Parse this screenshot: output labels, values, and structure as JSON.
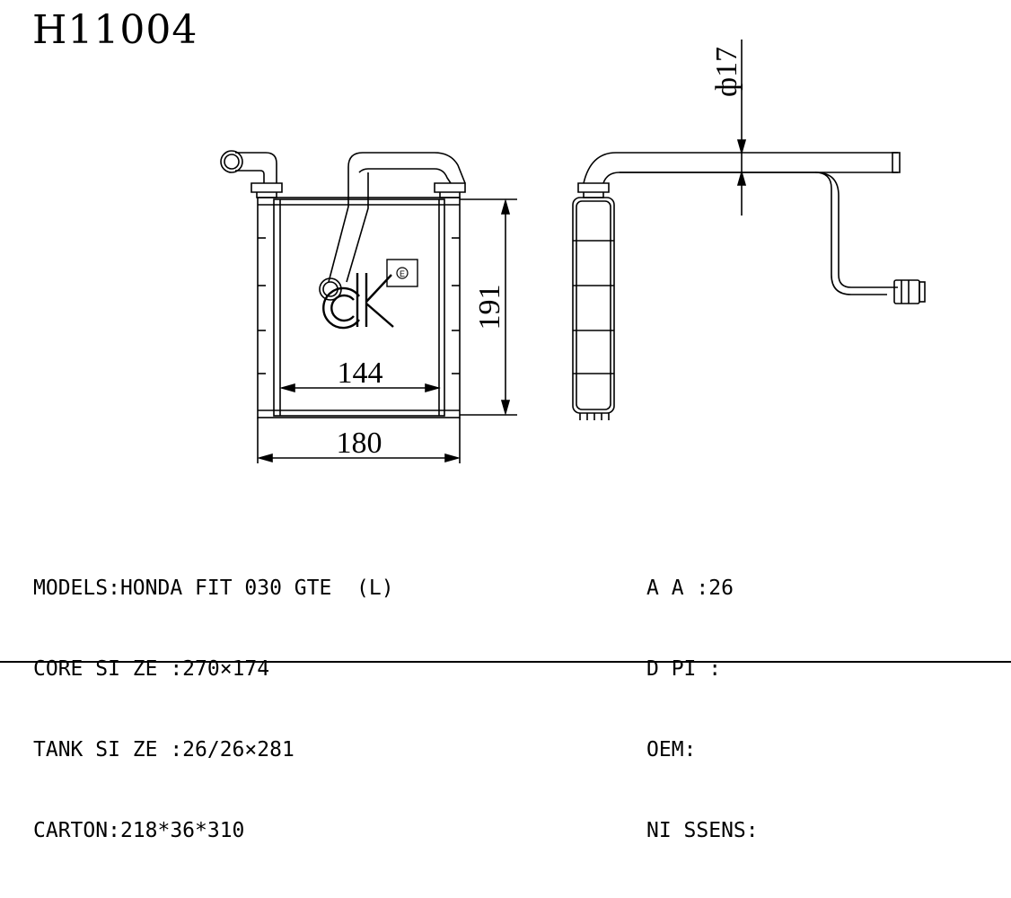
{
  "title": "H11004",
  "dimensions": {
    "diameter": "ф17",
    "height": "191",
    "core_width": "144",
    "overall_width": "180"
  },
  "logo": {
    "text": "CK",
    "mark": "E"
  },
  "specs_left": [
    {
      "label": "MODELS:",
      "value": "HONDA FIT 030 GTE  (L)"
    },
    {
      "label": "CORE SI ZE :",
      "value": "270×174"
    },
    {
      "label": "TANK SI ZE :",
      "value": "26/26×281"
    },
    {
      "label": "CARTON:",
      "value": "218*36*310"
    }
  ],
  "specs_right": [
    {
      "label": "A A :",
      "value": "26"
    },
    {
      "label": "D PI :",
      "value": ""
    },
    {
      "label": "OEM:",
      "value": ""
    },
    {
      "label": "NI SSENS:",
      "value": ""
    }
  ],
  "colors": {
    "line": "#000000",
    "logo": "#000000"
  }
}
